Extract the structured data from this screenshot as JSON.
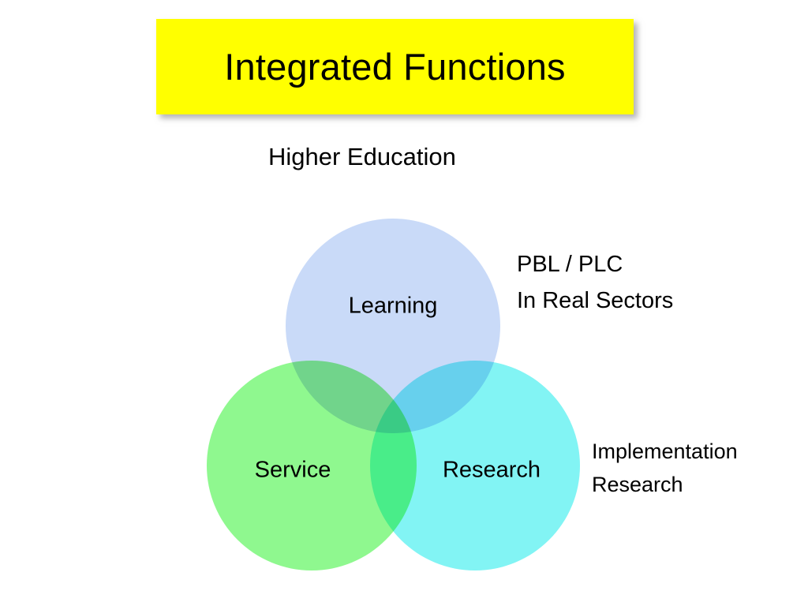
{
  "slide": {
    "background_color": "#ffffff",
    "title": {
      "text": "Integrated Functions",
      "background_color": "#ffff00",
      "text_color": "#000000"
    },
    "subtitle": {
      "text": "Higher Education"
    }
  },
  "venn": {
    "circles": [
      {
        "id": "learning",
        "label": "Learning",
        "color": "#c9daf8",
        "position": "top"
      },
      {
        "id": "service",
        "label": "Service",
        "color": "#7df77d",
        "position": "bottom-left"
      },
      {
        "id": "research",
        "label": "Research",
        "color": "#6ef2f2",
        "position": "bottom-right"
      }
    ],
    "overlap_colors": {
      "learning_service": "#5bdd79",
      "learning_research": "#54d6f0",
      "service_research": "#5bf08c",
      "all_three": "#4fe27f"
    }
  },
  "annotations": {
    "right_top": {
      "line1": "PBL / PLC",
      "line2": "In Real Sectors"
    },
    "right_bottom": {
      "line1": "Implementation",
      "line2": "Research"
    }
  }
}
